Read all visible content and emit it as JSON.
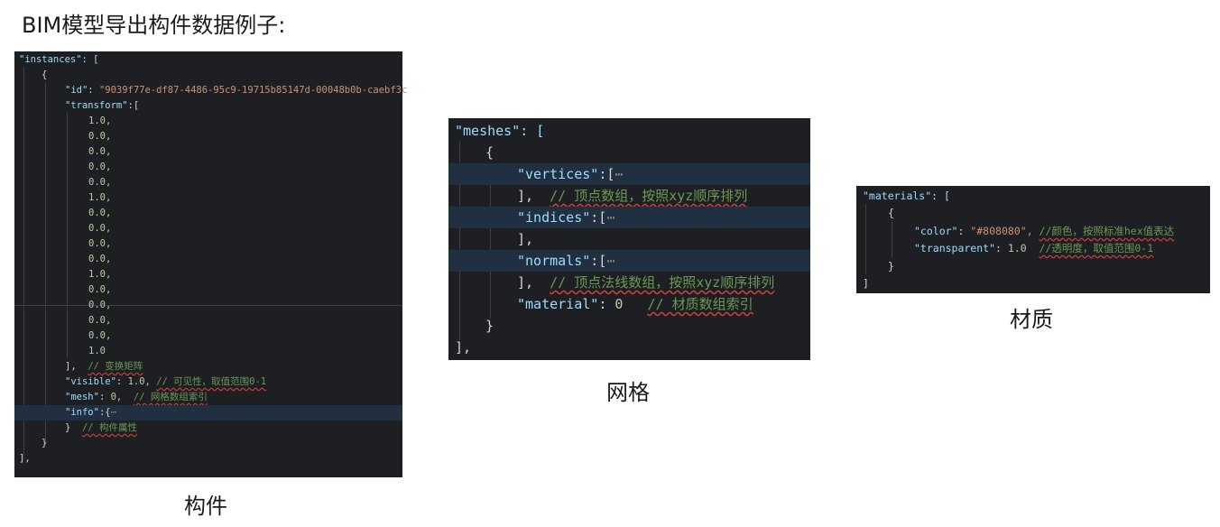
{
  "heading": "BIM模型导出构件数据例子:",
  "instances": {
    "caption": "构件",
    "line_instances": "\"instances\": [",
    "open_obj": "{",
    "id_key": "\"id\"",
    "id_val": "\"9039f77e-df87-4486-95c9-19715b85147d-00048b0b-caebf3c",
    "transform_key": "\"transform\"",
    "transform_open": ":[",
    "transform_values": [
      "1.0,",
      "0.0,",
      "0.0,",
      "0.0,",
      "0.0,",
      "1.0,",
      "0.0,",
      "0.0,",
      "0.0,",
      "0.0,",
      "1.0,",
      "0.0,",
      "0.0,",
      "0.0,",
      "0.0,",
      "1.0"
    ],
    "transform_close": "],",
    "transform_comment": "// 变换矩阵",
    "visible_key": "\"visible\"",
    "visible_val": "1.0,",
    "visible_comment": "// 可见性，取值范围0-1",
    "mesh_key": "\"mesh\"",
    "mesh_val": "0,",
    "mesh_comment": "// 网格数组索引",
    "info_key": "\"info\"",
    "info_open": ":{",
    "ellipsis": "⋯",
    "close_obj": "}",
    "info_comment": "// 构件属性",
    "close_obj2": "}",
    "close_arr": "],"
  },
  "meshes": {
    "caption": "网格",
    "line_meshes": "\"meshes\": [",
    "open_obj": "{",
    "vertices_key": "\"vertices\"",
    "vertices_open": ":[",
    "ellipsis": "⋯",
    "close1": "],",
    "vertices_comment": "// 顶点数组，按照xyz顺序排列",
    "indices_key": "\"indices\"",
    "indices_open": ":[",
    "close2": "],",
    "normals_key": "\"normals\"",
    "normals_open": ":[",
    "close3": "],",
    "normals_comment": "// 顶点法线数组，按照xyz顺序排列",
    "material_key": "\"material\"",
    "material_val": "0",
    "material_comment": "// 材质数组索引",
    "close_obj": "}",
    "close_arr": "],"
  },
  "materials": {
    "caption": "材质",
    "line_materials": "\"materials\": [",
    "open_obj": "{",
    "color_key": "\"color\"",
    "color_val": "\"#808080\",",
    "color_comment": "//颜色，按照标准hex值表达",
    "transparent_key": "\"transparent\"",
    "transparent_val": "1.0",
    "transparent_comment": "//透明度，取值范围0-1",
    "close_obj": "}",
    "close_arr": "]"
  },
  "colors": {
    "panel_bg": "#1e1f22",
    "key": "#9cdcfe",
    "string": "#ce9178",
    "number": "#b5cea8",
    "comment": "#6a9955",
    "highlight": "#203040"
  }
}
